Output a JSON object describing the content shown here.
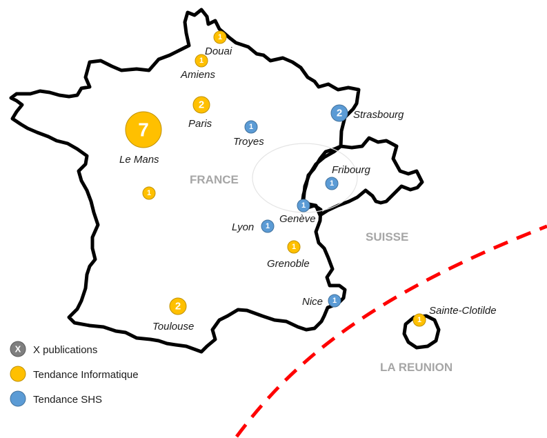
{
  "colors": {
    "informatique": "#FFC000",
    "informatique_stroke": "#BF9000",
    "shs": "#5B9BD5",
    "shs_stroke": "#41719C",
    "legend_x": "#7F7F7F",
    "border": "#000000",
    "separator": "#FF0000",
    "region_label": "#A6A6A6"
  },
  "regions": {
    "france": "FRANCE",
    "suisse": "SUISSE",
    "reunion": "LA REUNION"
  },
  "cities": [
    {
      "id": "douai",
      "name": "Douai",
      "count": "1",
      "category": "informatique"
    },
    {
      "id": "amiens",
      "name": "Amiens",
      "count": "1",
      "category": "informatique"
    },
    {
      "id": "paris",
      "name": "Paris",
      "count": "2",
      "category": "informatique"
    },
    {
      "id": "le-mans",
      "name": "Le Mans",
      "count": "7",
      "category": "informatique"
    },
    {
      "id": "troyes",
      "name": "Troyes",
      "count": "1",
      "category": "shs"
    },
    {
      "id": "strasbourg",
      "name": "Strasbourg",
      "count": "2",
      "category": "shs"
    },
    {
      "id": "fribourg",
      "name": "Fribourg",
      "count": "1",
      "category": "shs"
    },
    {
      "id": "geneve",
      "name": "Genève",
      "count": "1",
      "category": "shs"
    },
    {
      "id": "lyon",
      "name": "Lyon",
      "count": "1",
      "category": "shs"
    },
    {
      "id": "grenoble",
      "name": "Grenoble",
      "count": "1",
      "category": "informatique"
    },
    {
      "id": "nice",
      "name": "Nice",
      "count": "1",
      "category": "shs"
    },
    {
      "id": "toulouse",
      "name": "Toulouse",
      "count": "2",
      "category": "informatique"
    },
    {
      "id": "sainte-clotilde",
      "name": "Sainte-Clotilde",
      "count": "1",
      "category": "informatique"
    },
    {
      "id": "unnamed-west",
      "name": "",
      "count": "1",
      "category": "informatique"
    }
  ],
  "legend": [
    {
      "symbol": "X",
      "label": "X publications",
      "category": "x"
    },
    {
      "symbol": "",
      "label": "Tendance Informatique",
      "category": "informatique"
    },
    {
      "symbol": "",
      "label": "Tendance SHS",
      "category": "shs"
    }
  ]
}
